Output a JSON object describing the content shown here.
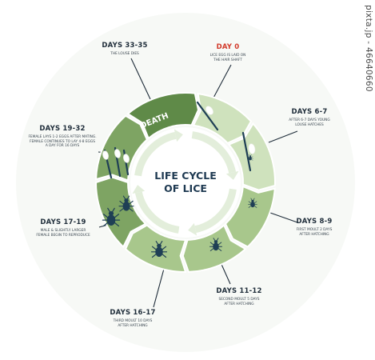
{
  "title_line1": "LIFE CYCLE",
  "title_line2": "OF LICE",
  "death_label": "DEATH",
  "stages": [
    {
      "day": "DAY 0",
      "desc": [
        "LICE EGG IS LAID ON",
        "THE HAIR SHAFT"
      ]
    },
    {
      "day": "DAYS 6-7",
      "desc": [
        "AFTER 6-7 DAYS YOUNG",
        "LOUSE HATCHES"
      ]
    },
    {
      "day": "DAYS 8-9",
      "desc": [
        "FIRST MOULT 2 DAYS",
        "AFTER HATCHING"
      ]
    },
    {
      "day": "DAYS 11-12",
      "desc": [
        "SECOND MOULT 5 DAYS",
        "AFTER HATCHING"
      ]
    },
    {
      "day": "DAYS 16-17",
      "desc": [
        "THIRD MOULT 10 DAYS",
        "AFTER HATCHING"
      ]
    },
    {
      "day": "DAYS 17-19",
      "desc": [
        "MALE & SLIGHTLY LARGER",
        "FEMALE BEGIN TO REPRODUCE"
      ]
    },
    {
      "day": "DAYS 19-32",
      "desc": [
        "FEMALE LAYS 1-2 EGGS AFTER MATING.",
        "FEMALE CONTINUES TO LAY 4-8 EGGS",
        "A DAY FOR 16 DAYS"
      ]
    },
    {
      "day": "DAYS 33-35",
      "desc": [
        "THE LOUSE DIES"
      ]
    }
  ],
  "watermark": "pixta.jp - 46640660",
  "colors": {
    "day0_accent": "#d23a2a",
    "segment_light": "#cfe2bd",
    "segment_mid": "#a8c78c",
    "segment_dark": "#7ea463",
    "segment_darkest": "#5f8a48",
    "icon_navy": "#1f3f55",
    "title_navy": "#1f3a52"
  }
}
